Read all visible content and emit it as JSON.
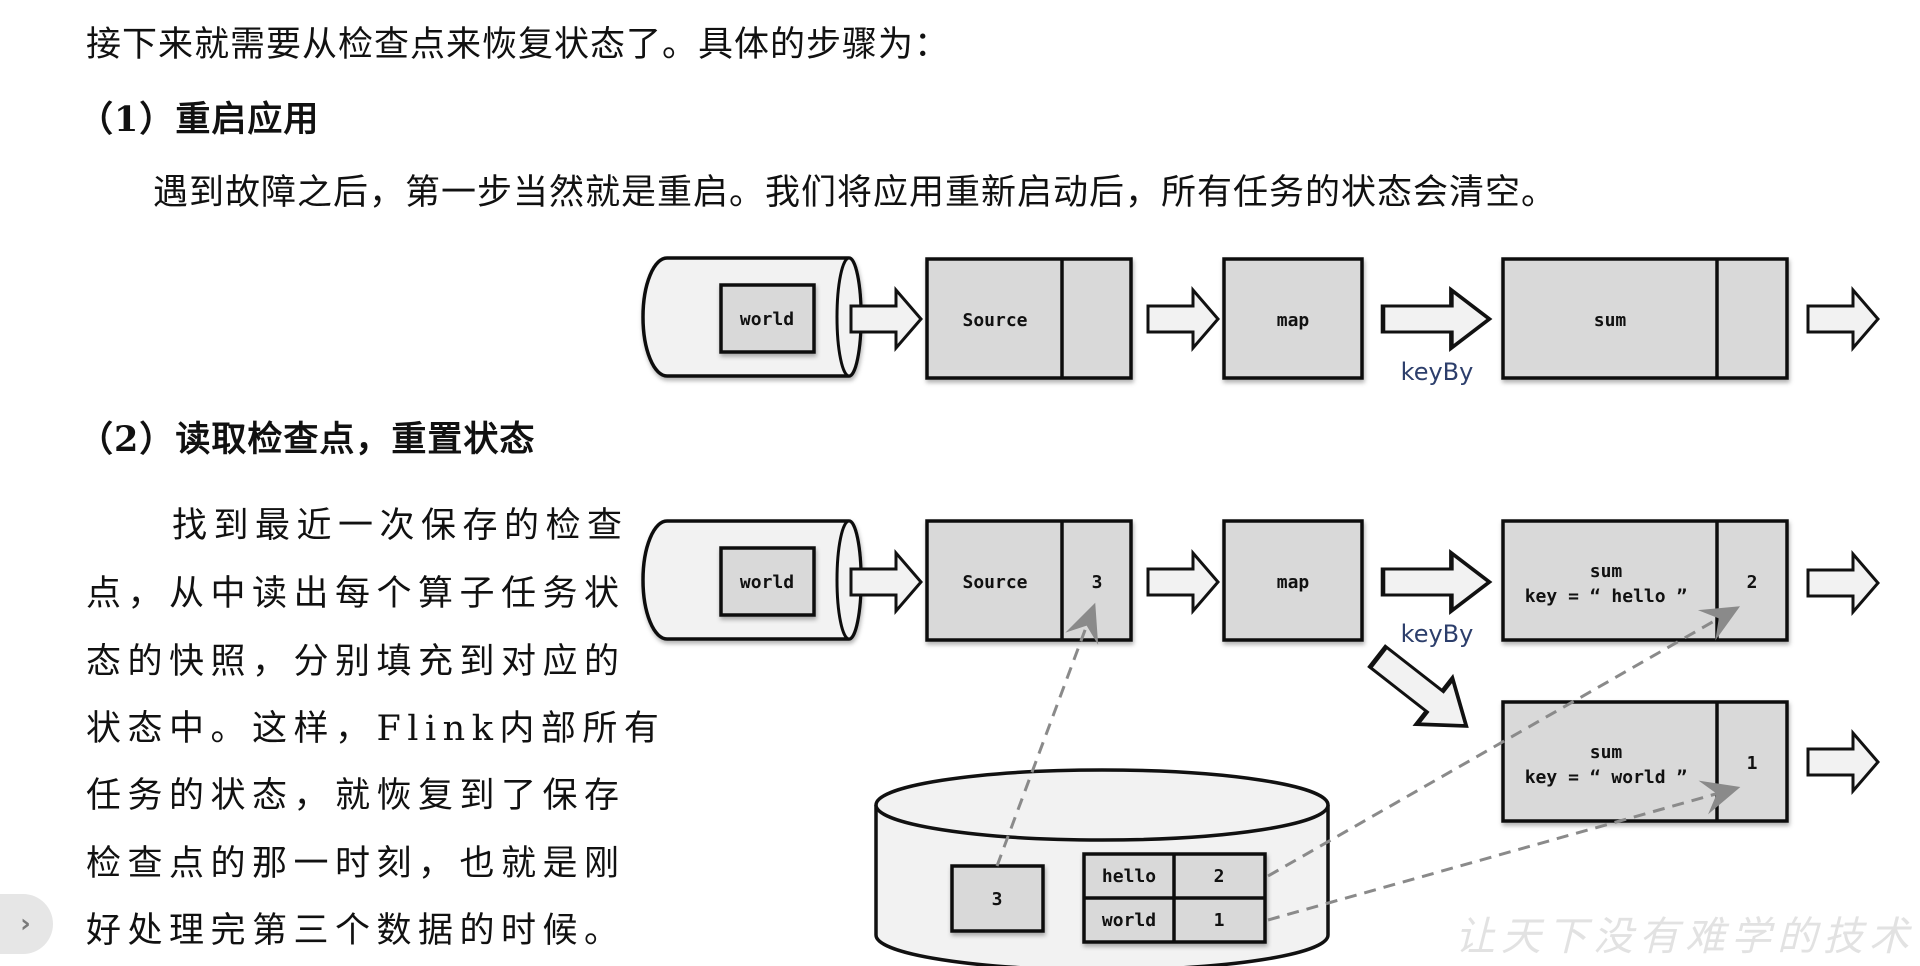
{
  "doc": {
    "intro": "接下来就需要从检查点来恢复状态了。具体的步骤为：",
    "step1": {
      "heading": "（1）重启应用",
      "paragraph": "遇到故障之后，第一步当然就是重启。我们将应用重新启动后，所有任务的状态会清空。"
    },
    "step2": {
      "heading": "（2）读取检查点，重置状态",
      "paragraph_lines": [
        "找到最近一次保存的检查",
        "点，从中读出每个算子任务状",
        "态的快照，分别填充到对应的",
        "状态中。这样，Flink内部所有",
        "任务的状态，就恢复到了保存",
        "检查点的那一时刻，也就是刚",
        "好处理完第三个数据的时候。"
      ]
    },
    "watermark": "让天下没有难学的技术"
  },
  "diagram1": {
    "source_data": "world",
    "source_label": "Source",
    "source_state": "",
    "map_label": "map",
    "partition_label": "keyBy",
    "sum_label": "sum",
    "sum_state": ""
  },
  "diagram2": {
    "source_data": "world",
    "source_label": "Source",
    "source_state": "3",
    "map_label": "map",
    "partition_label": "keyBy",
    "sum_hello": {
      "label": "sum",
      "key": "key = “ hello ”",
      "state": "2"
    },
    "sum_world": {
      "label": "sum",
      "key": "key = “ world ”",
      "state": "1"
    },
    "checkpoint": {
      "source_offset": "3",
      "table": [
        {
          "key": "hello",
          "value": "2"
        },
        {
          "key": "world",
          "value": "1"
        }
      ]
    }
  },
  "ui": {
    "expand_icon": "›"
  },
  "colors": {
    "box_fill": "#d9d9d9",
    "cylinder_fill": "#f2f2f2",
    "arrow_fill": "#f2f2f2",
    "keyby_text": "#2c3e6b",
    "dashed": "#8a8a8a"
  }
}
